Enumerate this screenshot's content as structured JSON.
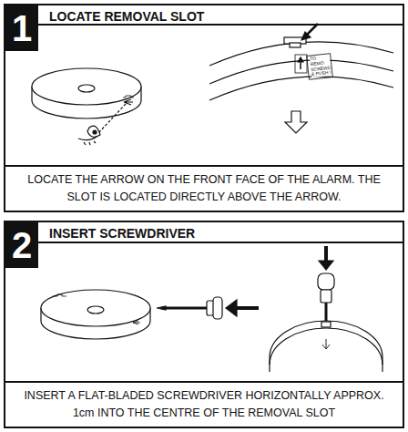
{
  "diagram": {
    "nodes": [
      {
        "text": [
          "LOCATE REMOVAL SLOT"
        ]
      },
      {
        "text": [
          "1"
        ],
        "in": 0
      },
      {
        "text": [
          "LOCATE THE ARROW ON THE FRONT FACE OF THE ALARM. THE SLOT IS LOCATED DIRECTLY ABOVE THE ARROW."
        ],
        "in": 0
      },
      {
        "text": [
          "INSERT SCREWDRIVER"
        ]
      },
      {
        "text": [
          "2"
        ],
        "in": 3
      },
      {
        "text": [
          "INSERT A FLAT-BLADED SCREWDRIVER HORIZONTALLY APPROX. 1cm INTO THE CENTRE OF THE REMOVAL SLOT"
        ],
        "in": 3
      }
    ],
    "labels": [
      "TO REMO SCREWD & PUSH !"
    ]
  }
}
